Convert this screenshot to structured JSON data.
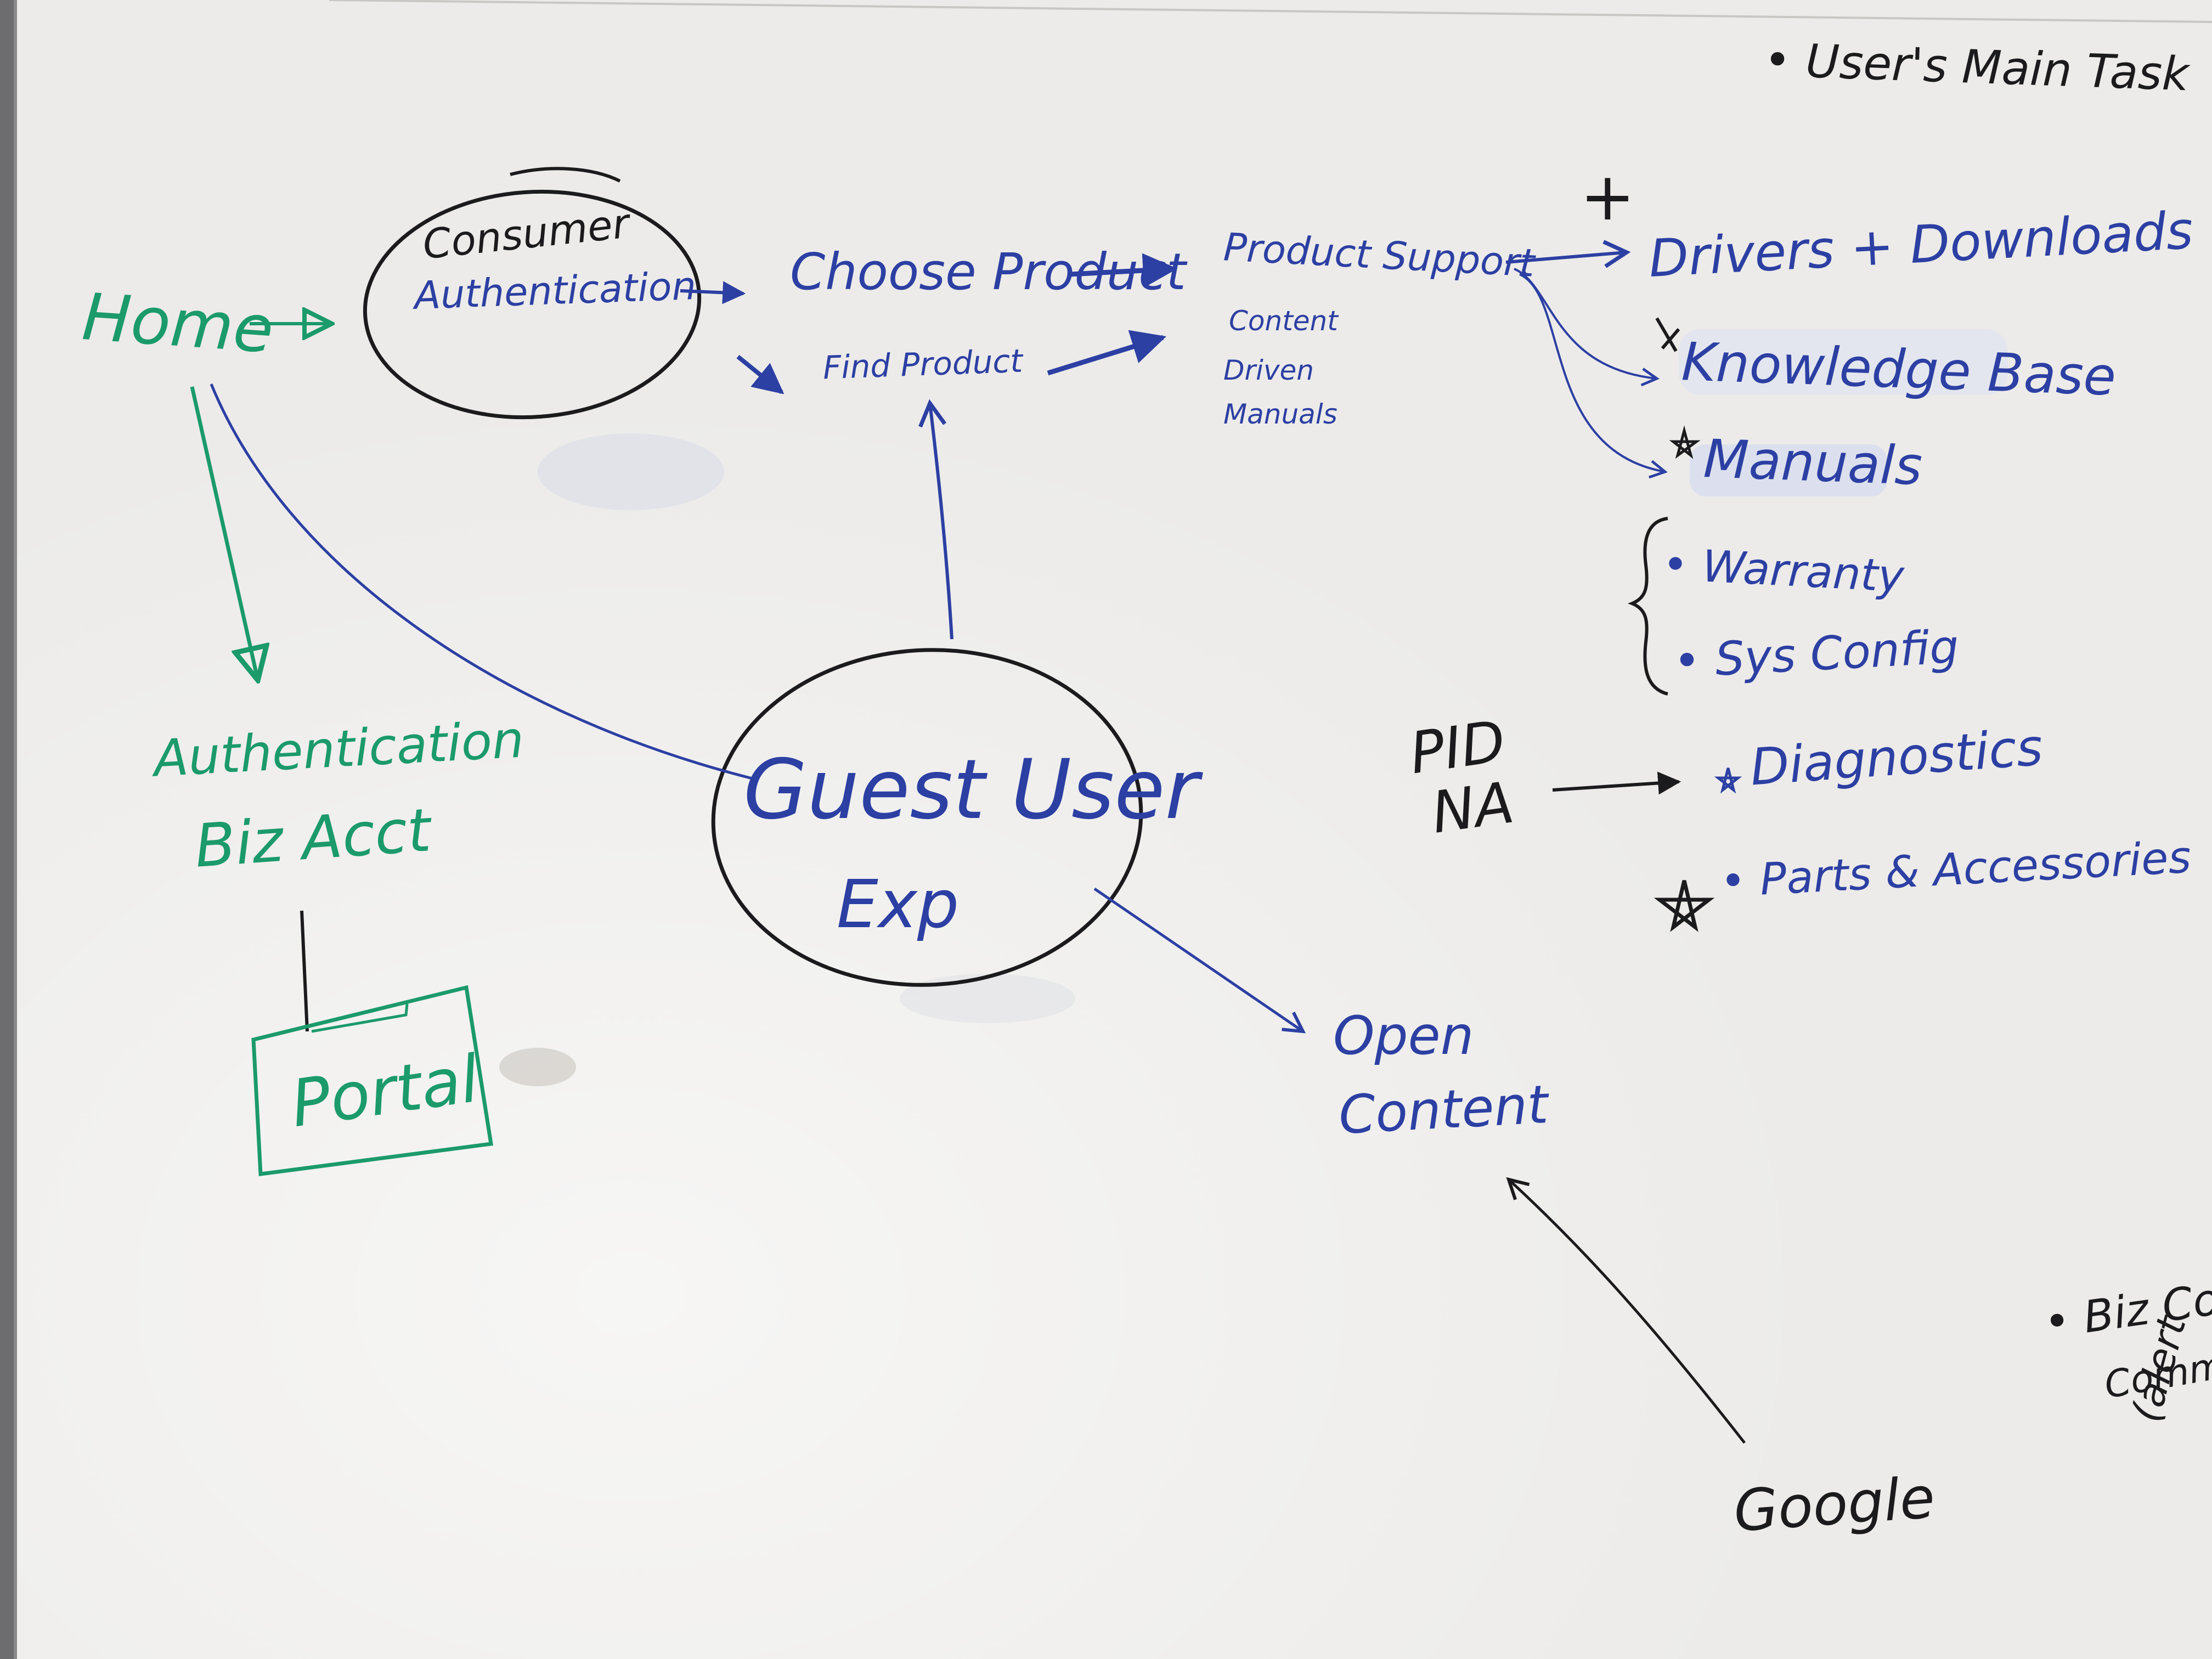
{
  "colors": {
    "board": "#ecebe9",
    "black_marker": "#1b1b1d",
    "blue_marker": "#2c3fa3",
    "green_marker": "#1b9a6b"
  },
  "corner_notes": {
    "top_right": "• User's Main Task",
    "bottom_right_line1": "• Biz Co",
    "bottom_right_line2": "Commu",
    "bottom_right_line3": "(alert"
  },
  "nodes": {
    "home": "Home",
    "consumer": "Consumer",
    "authentication": "Authentication",
    "choose_product": "Choose Product",
    "find_product": "Find Product",
    "product_support": "Product Support",
    "content_driven_manuals_1": "Content",
    "content_driven_manuals_2": "Driven",
    "content_driven_manuals_3": "Manuals",
    "auth_biz_1": "Authentication",
    "auth_biz_2": "Biz Acct",
    "portal": "Portal",
    "guest_user_1": "Guest User",
    "guest_user_2": "Exp",
    "open_content_1": "Open",
    "open_content_2": "Content",
    "google": "Google",
    "pid": "PID",
    "na": "NA"
  },
  "support_list": {
    "drivers": "Drivers + Downloads",
    "knowledge_base": "Knowledge Base",
    "manuals": "Manuals",
    "warranty": "• Warranty",
    "sys_config": "• Sys Config",
    "diagnostics": "Diagnostics",
    "parts": "• Parts & Accessories"
  },
  "marks": {
    "plus": "+",
    "star": "✰"
  }
}
